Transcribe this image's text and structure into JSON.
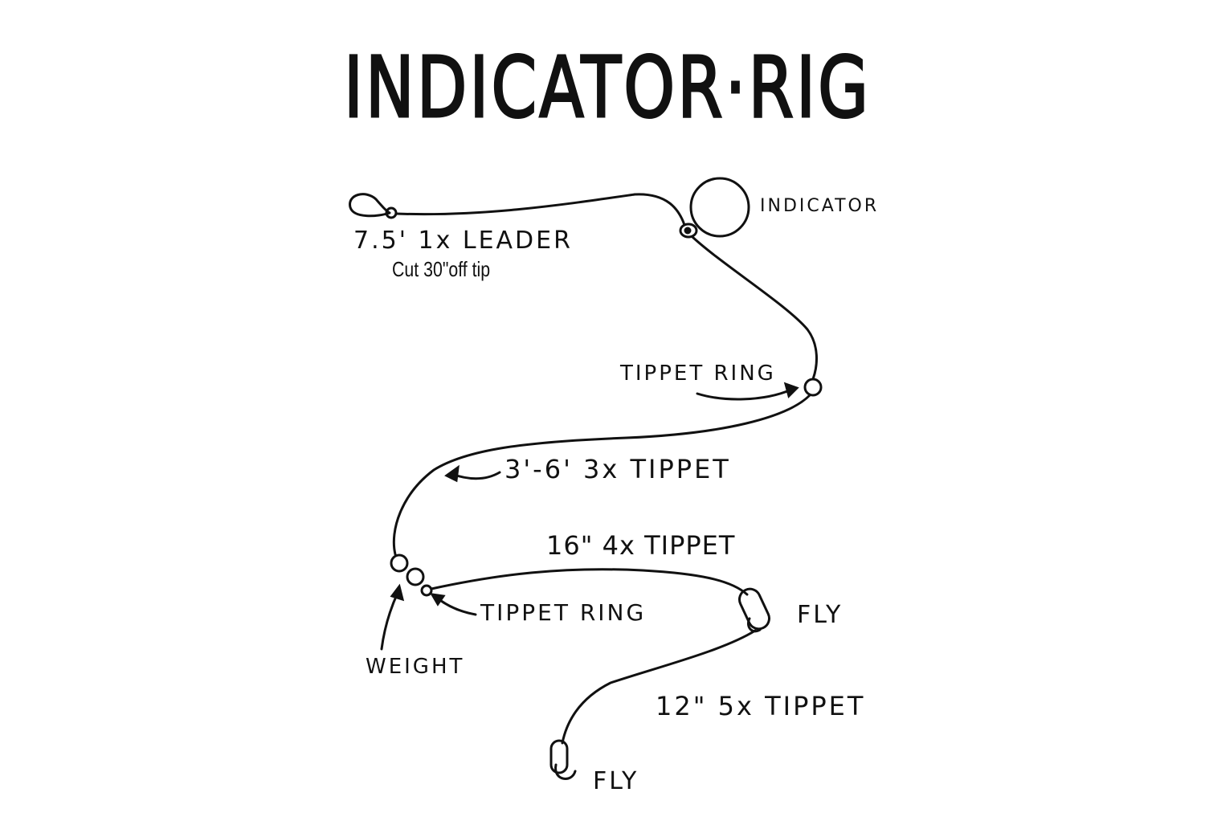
{
  "title": "INDICATOR·RIG",
  "labels": {
    "leader": "7.5' 1x LEADER",
    "leader_note": "Cut 30\"off tip",
    "indicator": "INDICATOR",
    "tippet_ring_upper": "TIPPET RING",
    "tippet_3x": "3'-6' 3x TIPPET",
    "tippet_4x": "16\" 4x TIPPET",
    "tippet_ring_lower": "TIPPET RING",
    "weight": "WEIGHT",
    "fly_upper": "FLY",
    "tippet_5x": "12\" 5x TIPPET",
    "fly_lower": "FLY"
  }
}
